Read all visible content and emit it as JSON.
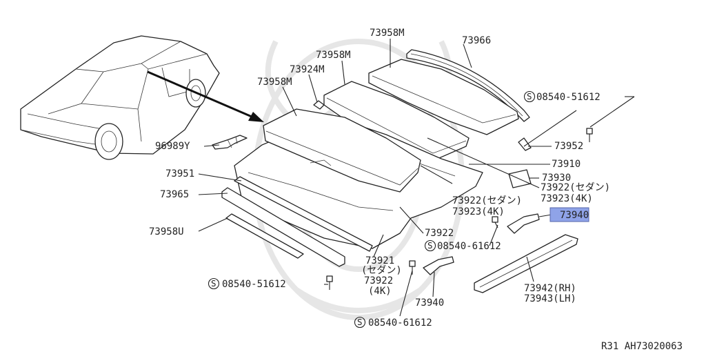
{
  "labels": {
    "l_73958M_a": "73958M",
    "l_73966": "73966",
    "l_73958M_b": "73958M",
    "l_73924M": "73924M",
    "l_73958M_c": "73958M",
    "l_s08540_51612_tr": "08540-51612",
    "l_96989Y": "96989Y",
    "l_73952": "73952",
    "l_73910": "73910",
    "l_73951": "73951",
    "l_73930": "73930",
    "l_73922_sedan_r": "73922(セダン)",
    "l_73923_4k_r": "73923(4K)",
    "l_73965": "73965",
    "l_73922_sedan_m": "73922(セダン)",
    "l_73923_4k_m": "73923(4K)",
    "l_73940_hl": "73940",
    "l_73958U": "73958U",
    "l_73922": "73922",
    "l_s08540_61612_m": "08540-61612",
    "l_73921": "73921",
    "l_sedan_b": "(セダン)",
    "l_73922_b": "73922",
    "l_4k_b": "(4K)",
    "l_s08540_51612_b": "08540-51612",
    "l_73940_b": "73940",
    "l_73942": "73942(RH)",
    "l_73943": "73943(LH)",
    "l_s08540_61612_b": "08540-61612"
  },
  "s_symbol": "S",
  "footer": {
    "ref": "R31  AH73020063"
  },
  "colors": {
    "highlight": "#8fa3e8",
    "ink": "#222222"
  }
}
